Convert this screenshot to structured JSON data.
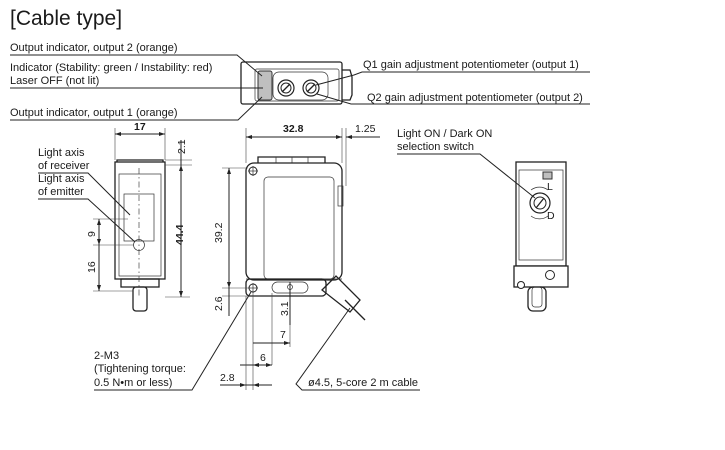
{
  "title": "[Cable type]",
  "callouts": {
    "output2_indicator": "Output indicator, output 2 (orange)",
    "stability_indicator": "Indicator (Stability: green / Instability: red)",
    "laser_off": "Laser OFF (not lit)",
    "output1_indicator": "Output indicator, output 1 (orange)",
    "q1_pot": "Q1 gain adjustment potentiometer (output 1)",
    "q2_pot": "Q2 gain adjustment potentiometer (output 2)",
    "light_on_dark_on_line1": "Light ON / Dark ON",
    "light_on_dark_on_line2": "selection switch",
    "axis_receiver_line1": "Light axis",
    "axis_receiver_line2": "of receiver",
    "axis_emitter_line1": "Light axis",
    "axis_emitter_line2": "of emitter",
    "mounting_line1": "2-M3",
    "mounting_line2": "(Tightening torque:",
    "mounting_line3": "0.5 N•m or less)",
    "cable": "ø4.5, 5-core 2 m cable",
    "switch_l": "L",
    "switch_d": "D"
  },
  "dimensions": {
    "width_side": "17",
    "top_offset": "2.1",
    "height_total": "44.4",
    "axis_spacing": "9",
    "axis_bottom": "16",
    "width_front": "32.8",
    "side_protrusion": "1.25",
    "height_front": "39.2",
    "hole_bottom": "2.6",
    "hole_height": "3.1",
    "hole_offset_7": "7",
    "hole_offset_6": "6",
    "hole_edge": "2.8"
  }
}
